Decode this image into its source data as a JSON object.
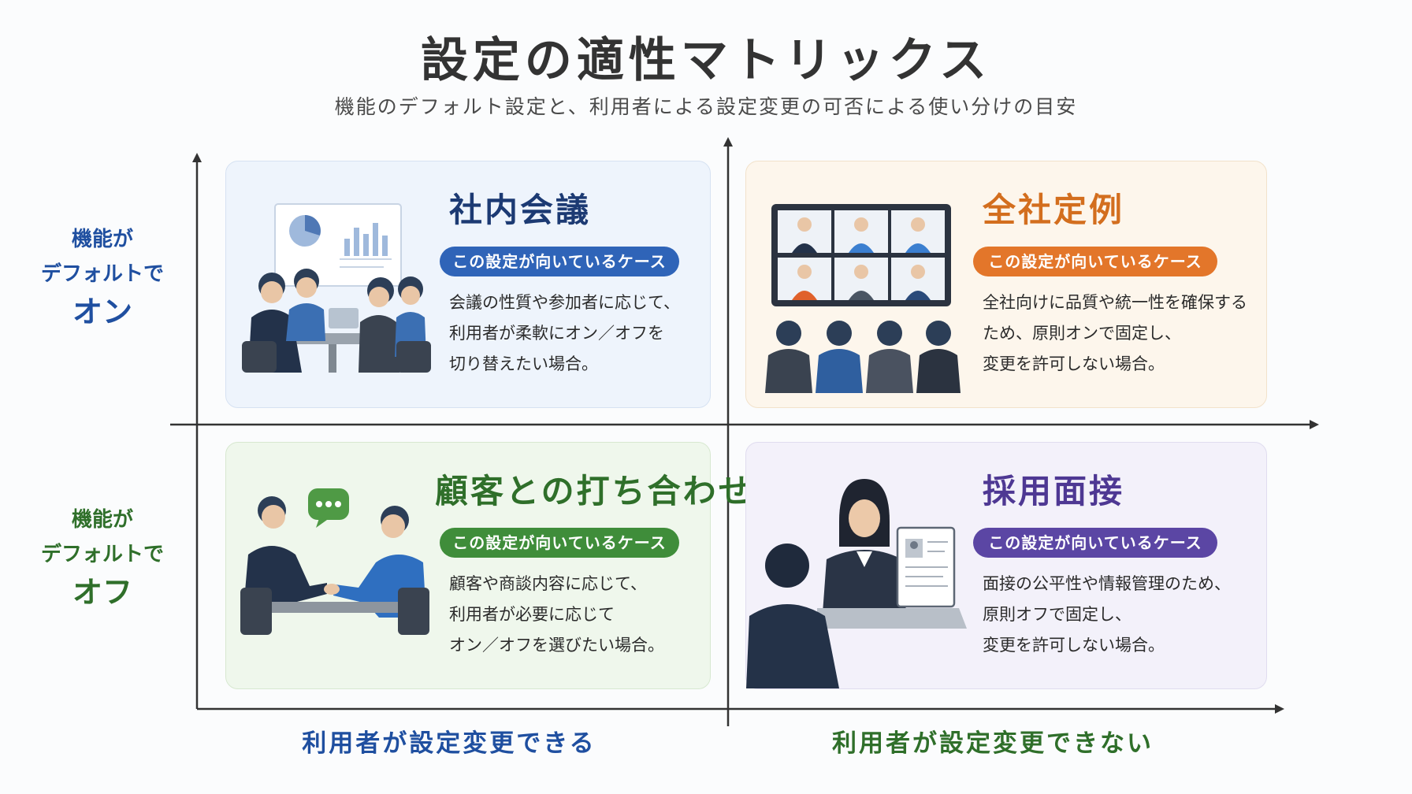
{
  "title": "設定の適性マトリックス",
  "subtitle": "機能のデフォルト設定と、利用者による設定変更の可否による使い分けの目安",
  "y_axis": {
    "top": {
      "line1": "機能が",
      "line2": "デフォルトで",
      "line3": "オン"
    },
    "bottom": {
      "line1": "機能が",
      "line2": "デフォルトで",
      "line3": "オフ"
    }
  },
  "x_axis": {
    "left": "利用者が設定変更できる",
    "right": "利用者が設定変更できない"
  },
  "quadrants": {
    "top_left": {
      "title": "社内会議",
      "tag": "この設定が向いているケース",
      "lines": [
        "会議の性質や参加者に応じて、",
        "利用者が柔軟にオン／オフを",
        "切り替えたい場合。"
      ],
      "icon": "meeting-illustration"
    },
    "top_right": {
      "title": "全社定例",
      "tag": "この設定が向いているケース",
      "lines": [
        "全社向けに品質や統一性を確保する",
        "ため、原則オンで固定し、",
        "変更を許可しない場合。"
      ],
      "icon": "video-conference-illustration"
    },
    "bottom_left": {
      "title": "顧客との打ち合わせ",
      "tag": "この設定が向いているケース",
      "lines": [
        "顧客や商談内容に応じて、",
        "利用者が必要に応じて",
        "オン／オフを選びたい場合。"
      ],
      "icon": "handshake-illustration"
    },
    "bottom_right": {
      "title": "採用面接",
      "tag": "この設定が向いているケース",
      "lines": [
        "面接の公平性や情報管理のため、",
        "原則オフで固定し、",
        "変更を許可しない場合。"
      ],
      "icon": "interview-illustration"
    }
  },
  "colors": {
    "blue": "#2f64b8",
    "orange": "#e3762a",
    "green": "#3f8d3a",
    "purple": "#5b46a4",
    "axis": "#333333"
  }
}
